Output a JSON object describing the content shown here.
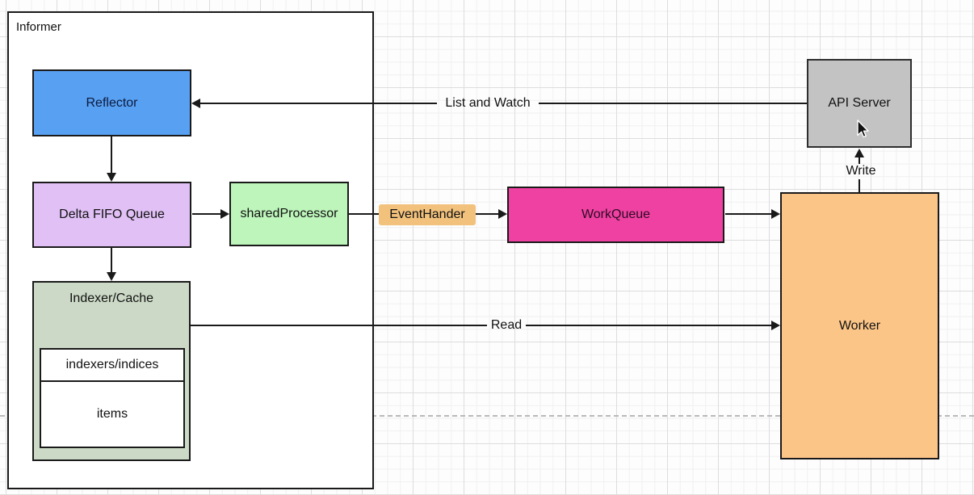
{
  "diagram": {
    "informer_label": "Informer",
    "nodes": {
      "reflector": "Reflector",
      "delta_fifo_queue": "Delta FIFO Queue",
      "shared_processor": "sharedProcessor",
      "indexer_cache": "Indexer/Cache",
      "indexers_indices": "indexers/indices",
      "items": "items",
      "work_queue": "WorkQueue",
      "api_server": "API Server",
      "worker": "Worker"
    },
    "edge_labels": {
      "list_and_watch": "List and Watch",
      "event_hander": "EventHander",
      "write": "Write",
      "read": "Read"
    },
    "colors": {
      "reflector_fill": "#58a0f2",
      "delta_fifo_queue_fill": "#e0c0f5",
      "shared_processor_fill": "#bdf5ba",
      "indexer_cache_fill": "#ccd9c6",
      "work_queue_fill": "#ef41a1",
      "api_server_fill": "#c3c3c3",
      "worker_fill": "#fcc588",
      "event_hander_highlight": "#f2c27d",
      "edge_stroke": "#1a1a1a"
    }
  }
}
